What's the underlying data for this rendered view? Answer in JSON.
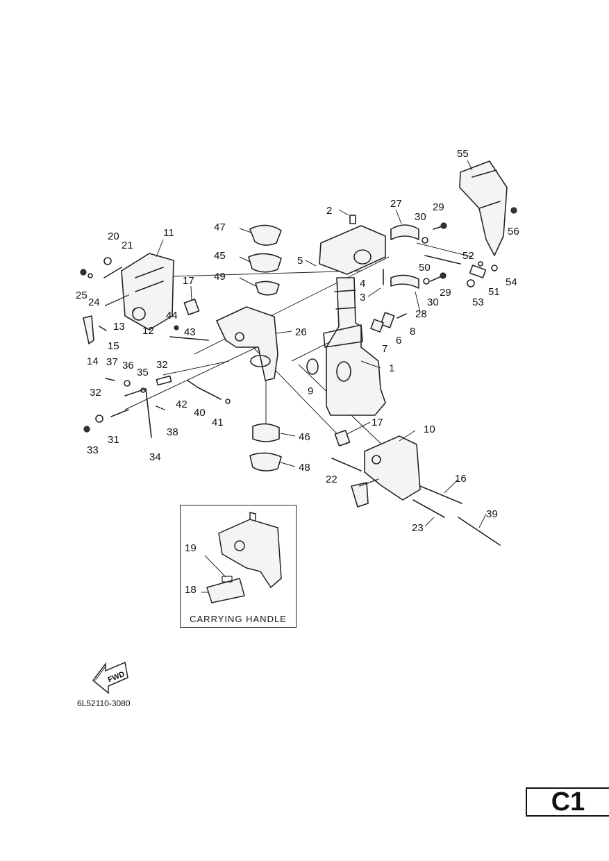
{
  "labels": {
    "l1": "1",
    "l2": "2",
    "l3": "3",
    "l4": "4",
    "l5": "5",
    "l6": "6",
    "l7": "7",
    "l8": "8",
    "l9": "9",
    "l10": "10",
    "l11": "11",
    "l12": "12",
    "l13": "13",
    "l14": "14",
    "l15": "15",
    "l16": "16",
    "l17a": "17",
    "l17b": "17",
    "l18": "18",
    "l19": "19",
    "l20": "20",
    "l21": "21",
    "l22": "22",
    "l23": "23",
    "l24": "24",
    "l25": "25",
    "l26": "26",
    "l27": "27",
    "l28": "28",
    "l29a": "29",
    "l29b": "29",
    "l30a": "30",
    "l30b": "30",
    "l31": "31",
    "l32a": "32",
    "l32b": "32",
    "l33": "33",
    "l34": "34",
    "l35": "35",
    "l36": "36",
    "l37": "37",
    "l38": "38",
    "l39": "39",
    "l40": "40",
    "l41": "41",
    "l42": "42",
    "l43": "43",
    "l44": "44",
    "l45": "45",
    "l46": "46",
    "l47": "47",
    "l48": "48",
    "l49": "49",
    "l50": "50",
    "l51": "51",
    "l52": "52",
    "l53": "53",
    "l54": "54",
    "l55": "55",
    "l56": "56"
  },
  "inset": {
    "title": "CARRYING HANDLE"
  },
  "fwd": {
    "text": "FWD"
  },
  "document_code": "6L52110-3080",
  "page_badge": "C1"
}
